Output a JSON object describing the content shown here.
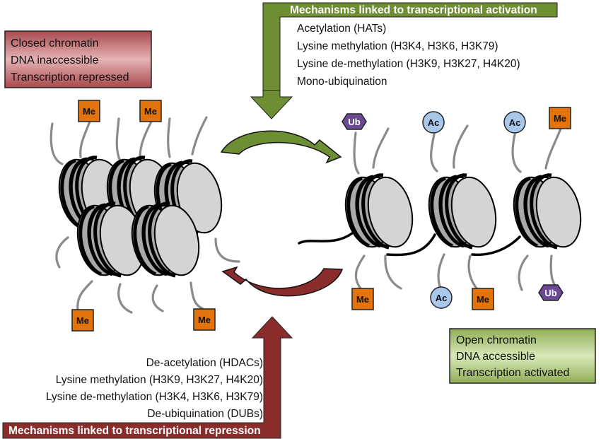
{
  "colors": {
    "repression": "#8b2c2c",
    "repression_box_top": "#a84a4e",
    "repression_box_mid": "#e5b3b5",
    "activation": "#6e8e33",
    "activation_box_top": "#8fae55",
    "activation_box_mid": "#d9e8b9",
    "me_mark": "#e2730d",
    "ac_mark": "#a9c7e8",
    "ub_mark": "#6a4a94",
    "histone_face": "#d4d4d4",
    "histone_side": "#a9a9a9",
    "tail": "#8a8a8a"
  },
  "closed_box": {
    "lines": [
      "Closed chromatin",
      "DNA inaccessible",
      "Transcription repressed"
    ]
  },
  "open_box": {
    "lines": [
      "Open chromatin",
      "DNA accessible",
      "Transcription activated"
    ]
  },
  "activation_panel": {
    "header": "Mechanisms linked to transcriptional activation",
    "items": [
      "Acetylation (HATs)",
      "Lysine methylation (H3K4, H3K6, H3K79)",
      "Lysine de-methylation (H3K9, H3K27, H4K20)",
      "Mono-ubiquination"
    ]
  },
  "repression_panel": {
    "header": "Mechanisms linked to transcriptional repression",
    "items": [
      "De-acetylation (HDACs)",
      "Lysine methylation (H3K9, H3K27, H4K20)",
      "Lysine de-methylation (H3K4, H3K6, H3K79)",
      "De-ubiquination (DUBs)"
    ]
  },
  "marks": {
    "me": "Me",
    "ac": "Ac",
    "ub": "Ub"
  },
  "closed_chromatin_marks": [
    "Me",
    "Me",
    "Me",
    "Me"
  ],
  "open_chromatin_marks": {
    "top": [
      "Ub",
      "Ac",
      "Ac",
      "Me"
    ],
    "bottom": [
      "Me",
      "Ac",
      "Me",
      "Ub"
    ]
  }
}
